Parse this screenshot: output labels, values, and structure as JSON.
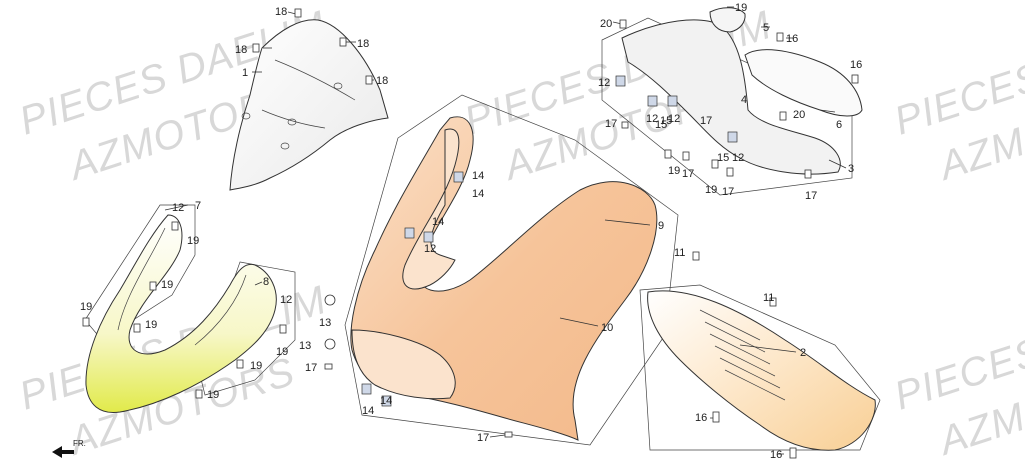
{
  "watermarks": [
    "PIECES DAELIM",
    "AZMOTORS",
    "PIECES DAELIM",
    "AZMOTORS",
    "PIECES DAELIM",
    "AZMOTORS",
    "PIECES",
    "AZM",
    "PIECES",
    "AZM"
  ],
  "front_arrow_label": "FR.",
  "callouts": [
    "18",
    "18",
    "18",
    "18",
    "1",
    "20",
    "19",
    "5",
    "16",
    "12",
    "4",
    "16",
    "15",
    "12",
    "15",
    "12",
    "17",
    "20",
    "6",
    "19",
    "17",
    "19",
    "17",
    "15",
    "12",
    "17",
    "3",
    "17",
    "14",
    "14",
    "14",
    "12",
    "12",
    "7",
    "19",
    "9",
    "19",
    "8",
    "12",
    "19",
    "19",
    "13",
    "13",
    "17",
    "19",
    "19",
    "19",
    "10",
    "11",
    "11",
    "14",
    "14",
    "17",
    "2",
    "16",
    "16"
  ],
  "colors": {
    "watermark": "#d8d8d8",
    "screen_fill": "#f4f4f4",
    "lower_cover_fill": "#f7f7c0",
    "lower_cover_highlight": "#e6ee5a",
    "front_cover_orange": "#f6c9a0",
    "front_cover_light": "#fbe3cd",
    "under_cover": "#fde6c6",
    "clip_blue": "#cfd8e8"
  }
}
